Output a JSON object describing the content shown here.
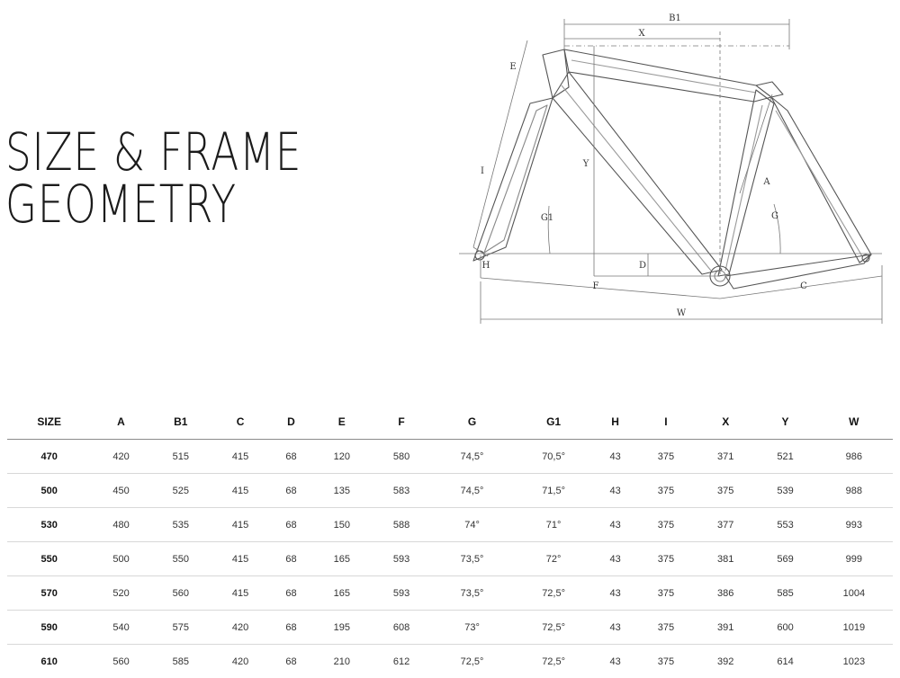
{
  "title": {
    "line1": "SIZE & FRAME",
    "line2": "GEOMETRY"
  },
  "diagram": {
    "labels": {
      "B1": "B1",
      "X": "X",
      "E": "E",
      "I": "I",
      "Y": "Y",
      "G1": "G1",
      "A": "A",
      "G": "G",
      "D": "D",
      "H": "H",
      "F": "F",
      "C": "C",
      "W": "W"
    }
  },
  "table": {
    "headers": [
      "SIZE",
      "A",
      "B1",
      "C",
      "D",
      "E",
      "F",
      "G",
      "G1",
      "H",
      "I",
      "X",
      "Y",
      "W"
    ],
    "rows": [
      [
        "470",
        "420",
        "515",
        "415",
        "68",
        "120",
        "580",
        "74,5°",
        "70,5°",
        "43",
        "375",
        "371",
        "521",
        "986"
      ],
      [
        "500",
        "450",
        "525",
        "415",
        "68",
        "135",
        "583",
        "74,5°",
        "71,5°",
        "43",
        "375",
        "375",
        "539",
        "988"
      ],
      [
        "530",
        "480",
        "535",
        "415",
        "68",
        "150",
        "588",
        "74°",
        "71°",
        "43",
        "375",
        "377",
        "553",
        "993"
      ],
      [
        "550",
        "500",
        "550",
        "415",
        "68",
        "165",
        "593",
        "73,5°",
        "72°",
        "43",
        "375",
        "381",
        "569",
        "999"
      ],
      [
        "570",
        "520",
        "560",
        "415",
        "68",
        "165",
        "593",
        "73,5°",
        "72,5°",
        "43",
        "375",
        "386",
        "585",
        "1004"
      ],
      [
        "590",
        "540",
        "575",
        "420",
        "68",
        "195",
        "608",
        "73°",
        "72,5°",
        "43",
        "375",
        "391",
        "600",
        "1019"
      ],
      [
        "610",
        "560",
        "585",
        "420",
        "68",
        "210",
        "612",
        "72,5°",
        "72,5°",
        "43",
        "375",
        "392",
        "614",
        "1023"
      ]
    ]
  }
}
